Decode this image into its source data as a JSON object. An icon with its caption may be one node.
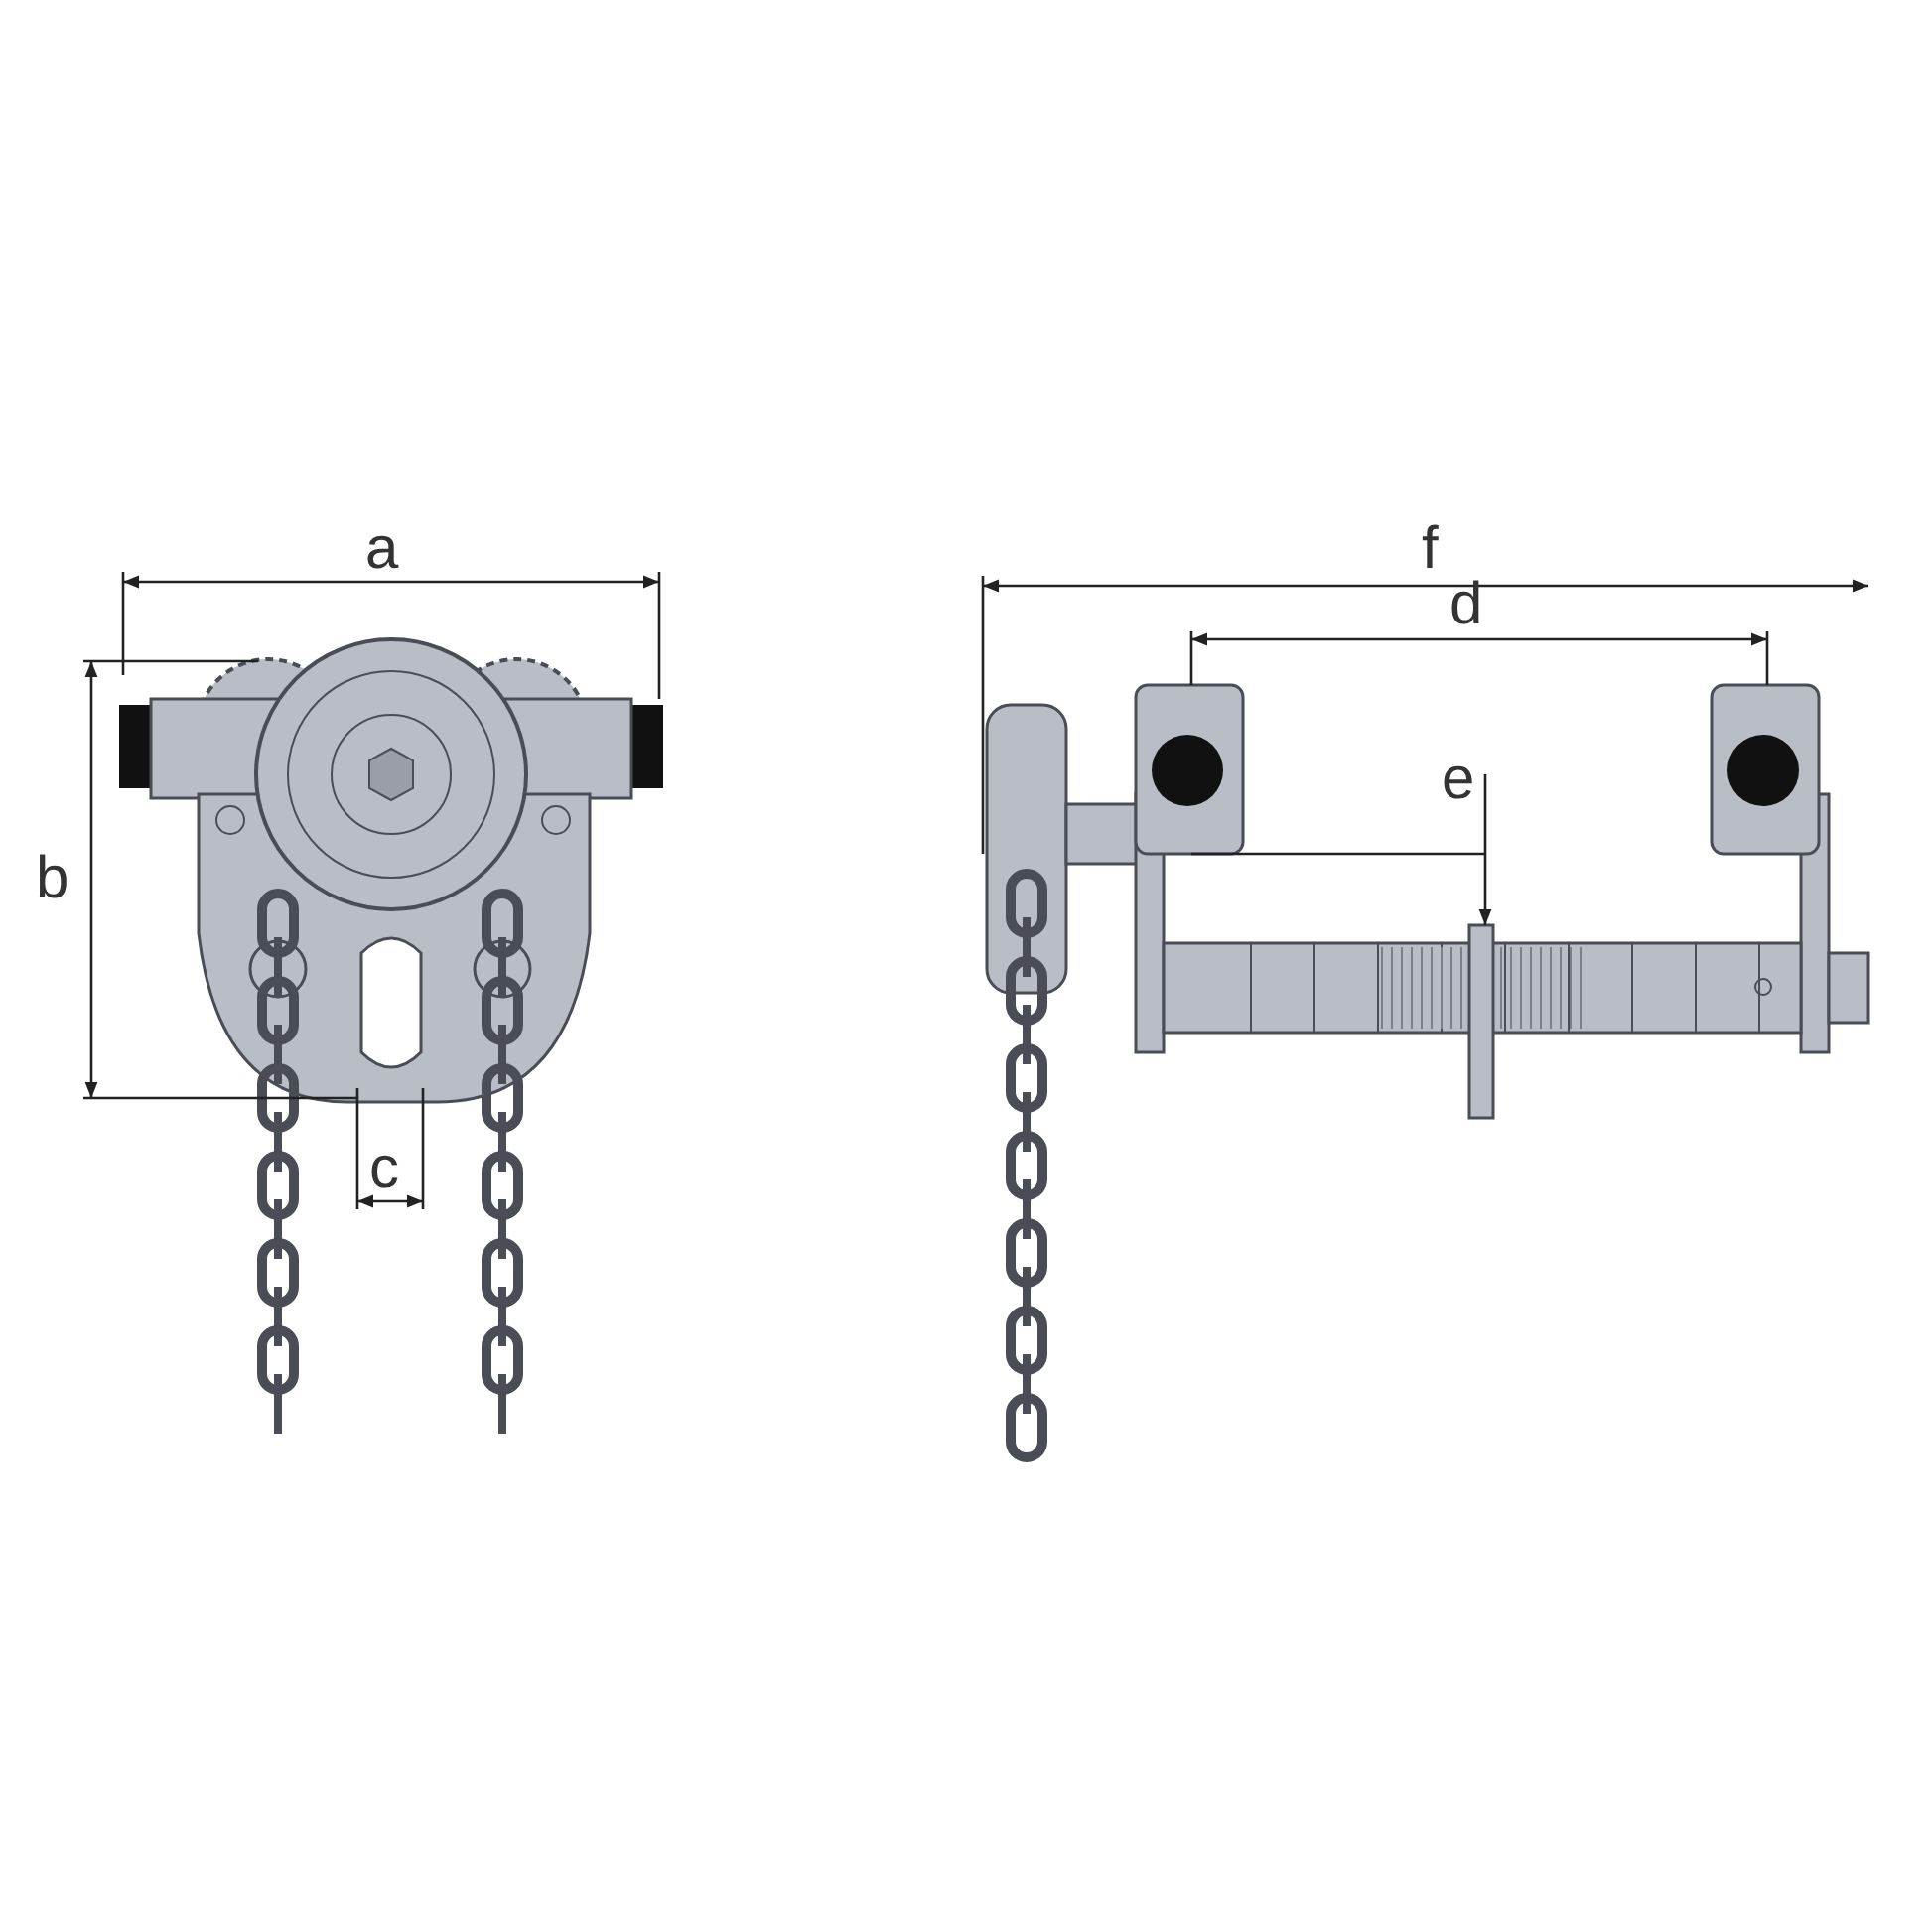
{
  "diagram": {
    "labels": [
      "a",
      "f",
      "d",
      "e",
      "b",
      "c"
    ]
  }
}
